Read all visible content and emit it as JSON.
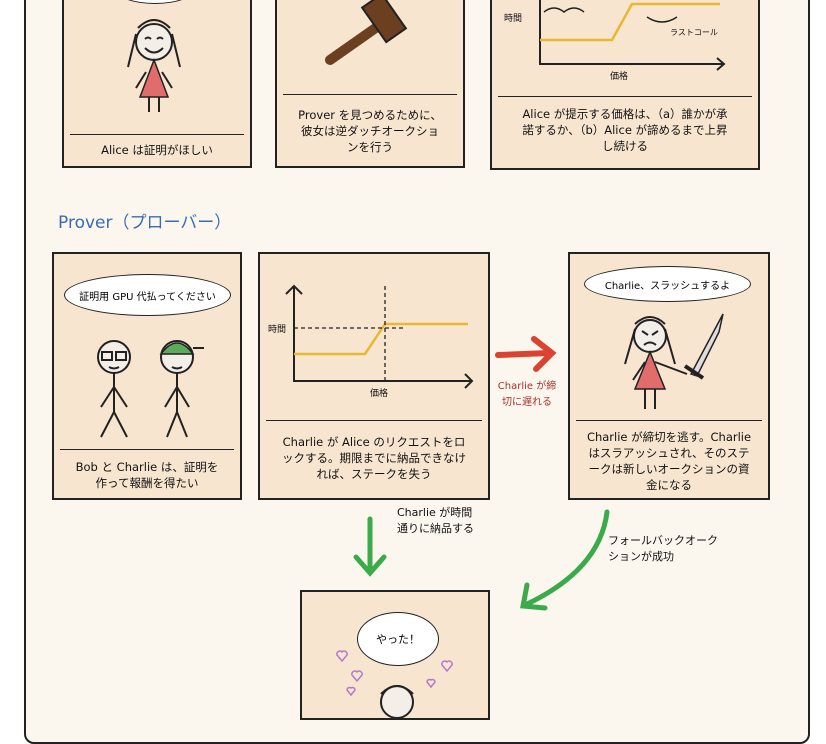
{
  "section_title": "Prover（プローバー）",
  "top_row": [
    {
      "caption": "Alice は証明がほしい"
    },
    {
      "caption": "Prover を見つめるために、彼女は逆ダッチオークションを行う"
    },
    {
      "caption": "Alice が提示する価格は、（a）誰かが承諾するか、（b）Alice が諦めるまで上昇し続ける",
      "chart_y_label": "時間",
      "chart_x_label": "価格",
      "last_call_label": "ラストコール"
    }
  ],
  "prover_row": [
    {
      "speech": "証明用 GPU 代払ってください",
      "caption": "Bob と Charlie は、証明を作って報酬を得たい"
    },
    {
      "chart_y_label": "時間",
      "chart_x_label": "価格",
      "caption": "Charlie が Alice のリクエストをロックする。期限までに納品できなければ、ステークを失う"
    },
    {
      "speech": "Charlie、スラッシュするよ",
      "caption": "Charlie が締切を逃す。Charlie はスラアッシュされ、そのステークは新しいオークションの資金になる"
    }
  ],
  "arrows": {
    "late": "Charlie が締切に遅れる",
    "on_time": "Charlie が時間通りに納品する",
    "fallback": "フォールバックオークションが成功"
  },
  "final_panel": {
    "speech": "やった！"
  },
  "colors": {
    "panel": "#f8e5d0",
    "accent": "#3a6cb3",
    "red": "#d9432f",
    "green": "#3aaa4a",
    "curve": "#e8b830"
  }
}
